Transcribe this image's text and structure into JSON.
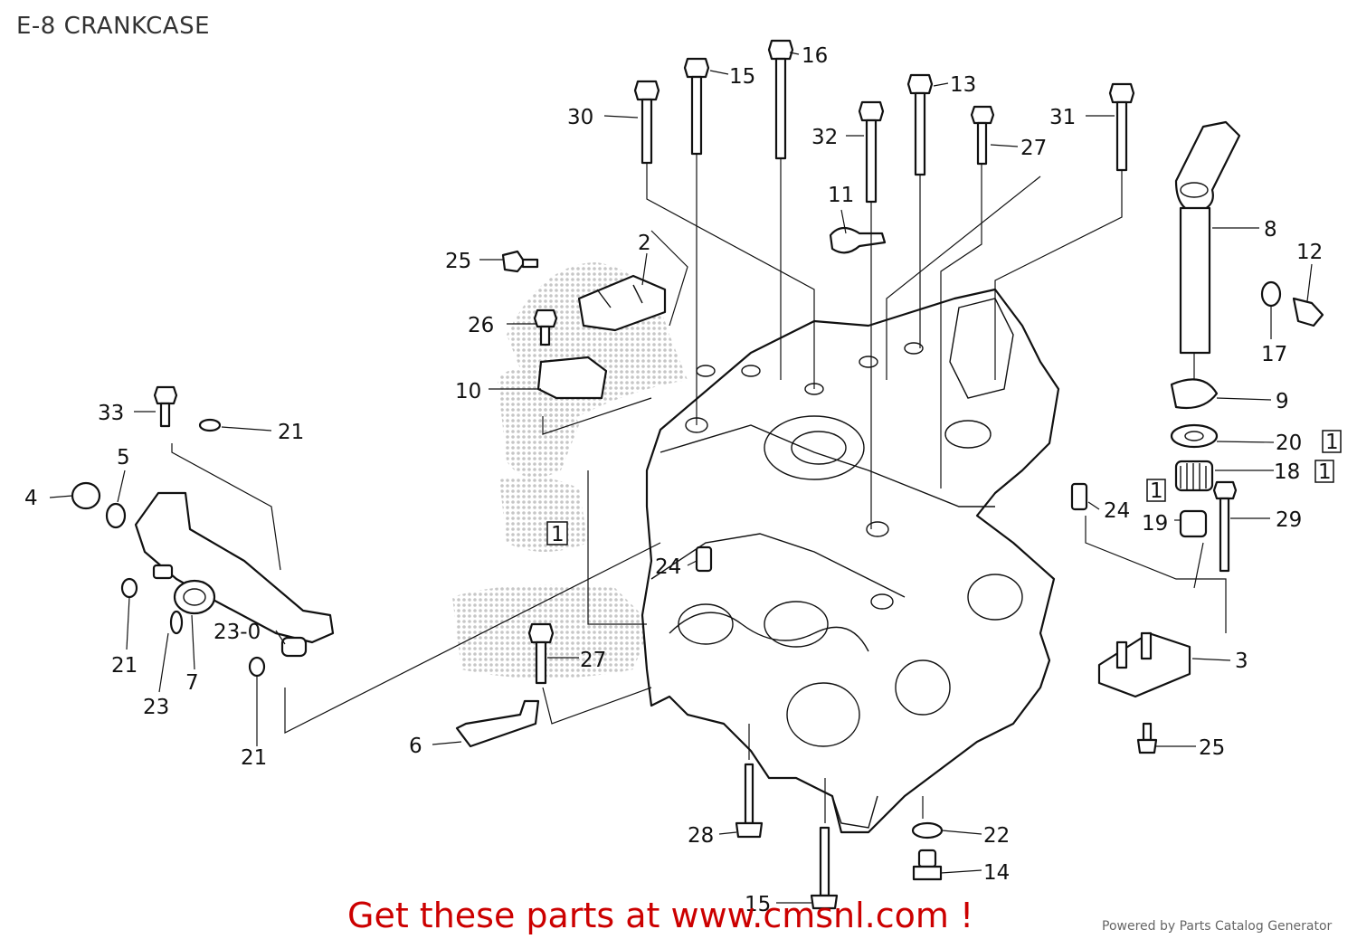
{
  "title": "E-8 CRANKCASE",
  "promo_text": "Get these parts at www.cmsnl.com !",
  "powered_by": "Powered by Parts Catalog Generator",
  "colors": {
    "promo": "#cc0000",
    "text": "#111111",
    "watermark": "#bdbdbd"
  },
  "labels": {
    "l16": "16",
    "l15a": "15",
    "l13": "13",
    "l30": "30",
    "l32": "32",
    "l27a": "27",
    "l31": "31",
    "l11": "11",
    "l2": "2",
    "l25a": "25",
    "l8": "8",
    "l12": "12",
    "l26": "26",
    "l17": "17",
    "l10": "10",
    "l9": "9",
    "l33": "33",
    "l21a": "21",
    "l20": "20",
    "box20": "1",
    "l5": "5",
    "l18": "18",
    "box18": "1",
    "l4": "4",
    "box19": "1",
    "l24a": "24",
    "l19": "19",
    "l29": "29",
    "box1": "1",
    "l24b": "24",
    "l23_0": "23-0",
    "l21b": "21",
    "l7": "7",
    "l23": "23",
    "l27b": "27",
    "l3": "3",
    "l6": "6",
    "l21c": "21",
    "l25b": "25",
    "l28": "28",
    "l22": "22",
    "l14": "14",
    "l15b": "15"
  }
}
